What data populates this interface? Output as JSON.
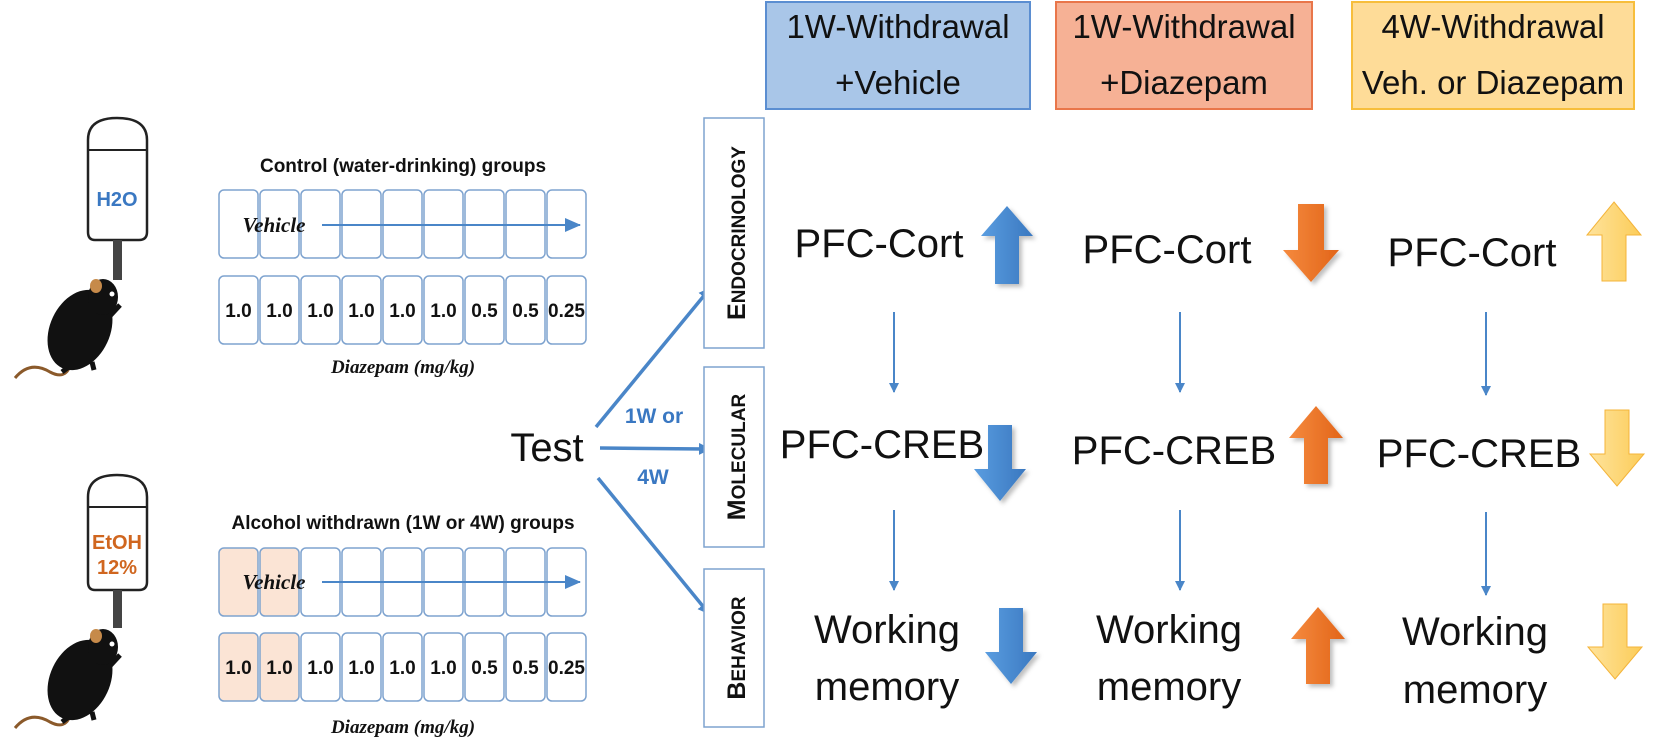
{
  "headers": [
    {
      "line1": "1W-Withdrawal",
      "line2": "+Vehicle",
      "fill": "#a9c6e8",
      "stroke": "#5b8ed1"
    },
    {
      "line1": "1W-Withdrawal",
      "line2": "+Diazepam",
      "fill": "#f6b195",
      "stroke": "#e9764a"
    },
    {
      "line1": "4W-Withdrawal",
      "line2": "Veh. or Diazepam",
      "fill": "#fedc98",
      "stroke": "#f7be3c"
    }
  ],
  "bottles": {
    "control": {
      "label": "H2O",
      "color": "#3a78c2"
    },
    "alcohol": {
      "line1": "EtOH",
      "line2": "12%",
      "color": "#d0661f"
    }
  },
  "control_group": {
    "title": "Control (water-drinking) groups",
    "vehicle_label": "Vehicle",
    "doses": [
      "1.0",
      "1.0",
      "1.0",
      "1.0",
      "1.0",
      "1.0",
      "0.5",
      "0.5",
      "0.25"
    ],
    "axis_label": "Diazepam (mg/kg)"
  },
  "alcohol_group": {
    "title": "Alcohol withdrawn (1W or 4W) groups",
    "vehicle_label": "Vehicle",
    "doses": [
      "1.0",
      "1.0",
      "1.0",
      "1.0",
      "1.0",
      "1.0",
      "0.5",
      "0.5",
      "0.25"
    ],
    "axis_label": "Diazepam (mg/kg)"
  },
  "test": {
    "label": "Test",
    "timing_top": "1W or",
    "timing_bottom": "4W"
  },
  "domains": [
    {
      "first": "E",
      "rest": "NDOCRINOLOGY"
    },
    {
      "first": "M",
      "rest": "OLECULAR"
    },
    {
      "first": "B",
      "rest": "EHAVIOR"
    }
  ],
  "measures": {
    "cort": "PFC-Cort",
    "creb": "PFC-CREB",
    "wm_line1": "Working",
    "wm_line2": "memory"
  },
  "effects": [
    {
      "column": "1W-Withdrawal +Vehicle",
      "cort": "up",
      "creb": "down",
      "working_memory": "down"
    },
    {
      "column": "1W-Withdrawal +Diazepam",
      "cort": "down",
      "creb": "up",
      "working_memory": "up"
    },
    {
      "column": "4W-Withdrawal Veh. or Diazepam",
      "cort": "up",
      "creb": "down",
      "working_memory": "down"
    }
  ],
  "colors": {
    "flow_arrow": "#4a86c8",
    "blue_arrow": "#4a90d9",
    "orange_arrow": "#ef7a2c",
    "yellow_arrow": "#fdd36f",
    "pale_cell": "#fbe4d5",
    "cell_border": "#7ea3cf"
  }
}
